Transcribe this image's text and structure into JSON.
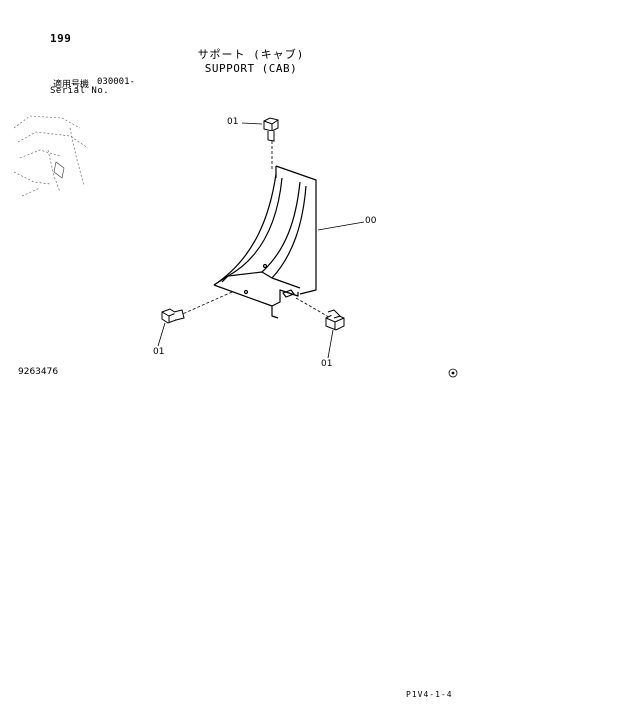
{
  "header": {
    "page_number": "199",
    "title_jp": "サポート (キャブ)",
    "title_en": "SUPPORT (CAB)",
    "serial_label_jp": "適用号機",
    "serial_value": "030001-",
    "serial_label_en": "Serial No."
  },
  "callouts": {
    "bolt_top": "01",
    "bolt_left": "01",
    "bolt_right": "01",
    "bracket": "00"
  },
  "footer": {
    "drawing_number": "9263476",
    "page_code": "P1V4-1-4"
  },
  "icons": {
    "position_mark": "registered-circle-icon"
  }
}
